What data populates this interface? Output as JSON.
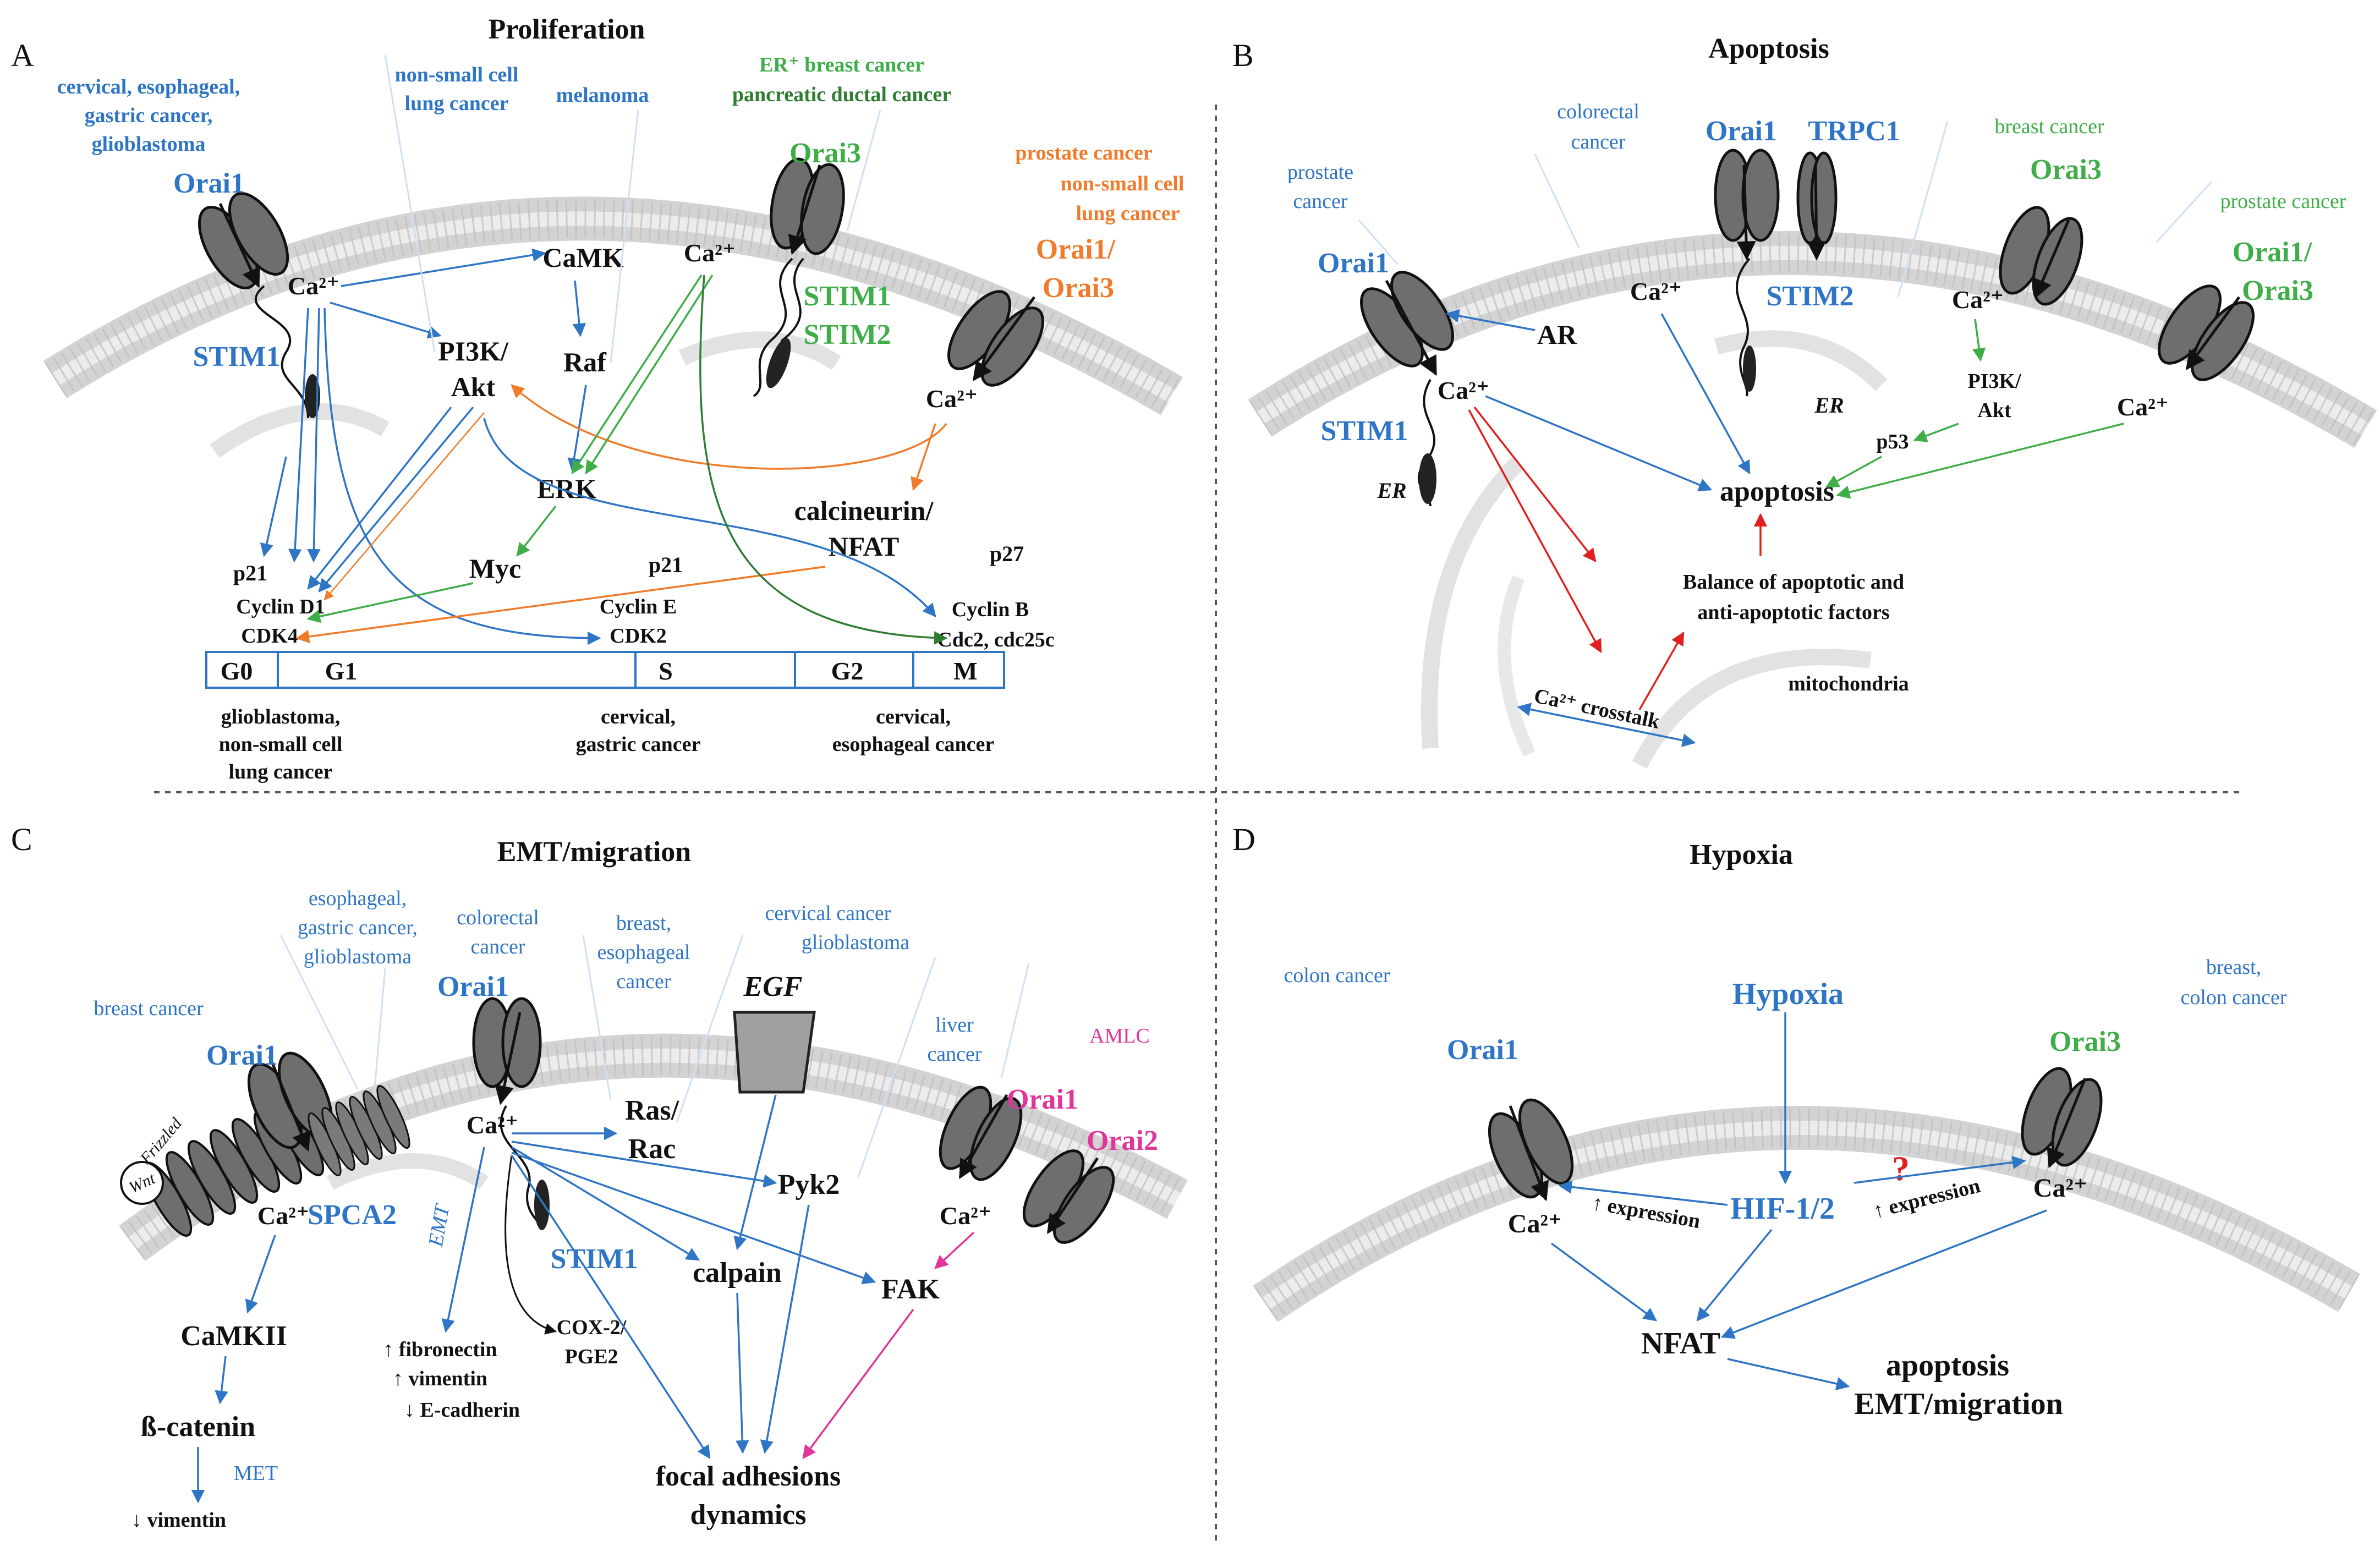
{
  "panels": {
    "A": {
      "letter": "A",
      "title": "Proliferation",
      "cancers": {
        "cervical": "cervical, esophageal,",
        "gastric": "gastric cancer,",
        "glio": "glioblastoma",
        "nsclc1": "non-small cell",
        "nsclc2": "lung cancer",
        "melanoma": "melanoma",
        "erbreast": "ER⁺ breast cancer",
        "pancreatic": "pancreatic ductal cancer",
        "prostate": "prostate cancer",
        "nsclc3": "non-small cell",
        "nsclc4": "lung cancer"
      },
      "proteins": {
        "orai1": "Orai1",
        "stim1": "STIM1",
        "orai3": "Orai3",
        "stim1b": "STIM1",
        "stim2": "STIM2",
        "orai13a": "Orai1/",
        "orai13b": "Orai3"
      },
      "nodes": {
        "ca1": "Ca²⁺",
        "ca2": "Ca²⁺",
        "ca3": "Ca²⁺",
        "camk": "CaMK",
        "pi3k1": "PI3K/",
        "pi3k2": "Akt",
        "raf": "Raf",
        "erk": "ERK",
        "calcineurin1": "calcineurin/",
        "calcineurin2": "NFAT",
        "myc": "Myc",
        "p21a": "p21",
        "p21b": "p21",
        "p27": "p27",
        "cyclind1": "Cyclin D1",
        "cdk4": "CDK4",
        "cycline": "Cyclin E",
        "cdk2": "CDK2",
        "cyclinb": "Cyclin B",
        "cdc2": "Cdc2, cdc25c"
      },
      "phases": [
        "G0",
        "G1",
        "S",
        "G2",
        "M"
      ],
      "bottom": {
        "g1a": "glioblastoma,",
        "g1b": "non-small cell",
        "g1c": "lung cancer",
        "sa": "cervical,",
        "sb": "gastric cancer",
        "ma": "cervical,",
        "mb": "esophageal cancer"
      }
    },
    "B": {
      "letter": "B",
      "title": "Apoptosis",
      "cancers": {
        "prostate1": "prostate",
        "prostate2": "cancer",
        "colorectal1": "colorectal",
        "colorectal2": "cancer",
        "breast": "breast cancer",
        "prostate3": "prostate cancer"
      },
      "proteins": {
        "orai1": "Orai1",
        "stim1": "STIM1",
        "orai1b": "Orai1",
        "trpc1": "TRPC1",
        "stim2": "STIM2",
        "orai3": "Orai3",
        "orai13a": "Orai1/",
        "orai13b": "Orai3"
      },
      "nodes": {
        "ar": "AR",
        "ca1": "Ca²⁺",
        "ca2": "Ca²⁺",
        "ca3": "Ca²⁺",
        "ca4": "Ca²⁺",
        "er1": "ER",
        "er2": "ER",
        "pi3k1": "PI3K/",
        "pi3k2": "Akt",
        "p53": "p53",
        "apoptosis": "apoptosis",
        "balance1": "Balance of apoptotic and",
        "balance2": "anti-apoptotic factors",
        "crosstalk": "Ca²⁺ crosstalk",
        "mito": "mitochondria"
      }
    },
    "C": {
      "letter": "C",
      "title": "EMT/migration",
      "cancers": {
        "breast": "breast cancer",
        "esoph1": "esophageal,",
        "esoph2": "gastric cancer,",
        "esoph3": "glioblastoma",
        "colorectal1": "colorectal",
        "colorectal2": "cancer",
        "breastesoph1": "breast,",
        "breastesoph2": "esophageal",
        "breastesoph3": "cancer",
        "cervical1": "cervical cancer",
        "cervical2": "glioblastoma",
        "liver1": "liver",
        "liver2": "cancer",
        "amlc": "AMLC"
      },
      "proteins": {
        "orai1a": "Orai1",
        "orai1b": "Orai1",
        "stim1": "STIM1",
        "spca2": "SPCA2",
        "orai1c": "Orai1",
        "orai2": "Orai2"
      },
      "nodes": {
        "wnt": "Wnt",
        "frizzled": "Frizzled",
        "ca1": "Ca²⁺",
        "ca2": "Ca²⁺",
        "ca3": "Ca²⁺",
        "camkii": "CaMKII",
        "bcatenin": "ß-catenin",
        "met": "MET",
        "vimdown": "↓ vimentin",
        "emt": "EMT",
        "fib1": "↑ fibronectin",
        "fib2": "↑ vimentin",
        "fib3": "↓ E-cadherin",
        "cox1": "COX-2/",
        "cox2": "PGE2",
        "egf": "EGF",
        "ras1": "Ras/",
        "ras2": "Rac",
        "pyk2": "Pyk2",
        "calpain": "calpain",
        "fak": "FAK",
        "focal1": "focal adhesions",
        "focal2": "dynamics"
      }
    },
    "D": {
      "letter": "D",
      "title": "Hypoxia",
      "cancers": {
        "colon": "colon cancer",
        "breast1": "breast,",
        "breast2": "colon cancer"
      },
      "proteins": {
        "orai1": "Orai1",
        "orai3": "Orai3"
      },
      "nodes": {
        "hypoxia": "Hypoxia",
        "hif": "HIF-1/2",
        "ca1": "Ca²⁺",
        "ca2": "Ca²⁺",
        "expr1": "↑ expression",
        "expr2": "↑ expression",
        "question": "?",
        "nfat": "NFAT",
        "out1": "apoptosis",
        "out2": "EMT/migration"
      }
    }
  },
  "colors": {
    "blue": "#2f75c5",
    "green": "#3fae49",
    "dark_green": "#2e7d32",
    "orange": "#f07b2a",
    "pink": "#e0359b",
    "red": "#e02020",
    "channel": "#707070",
    "membrane": "#d0d0d0"
  }
}
